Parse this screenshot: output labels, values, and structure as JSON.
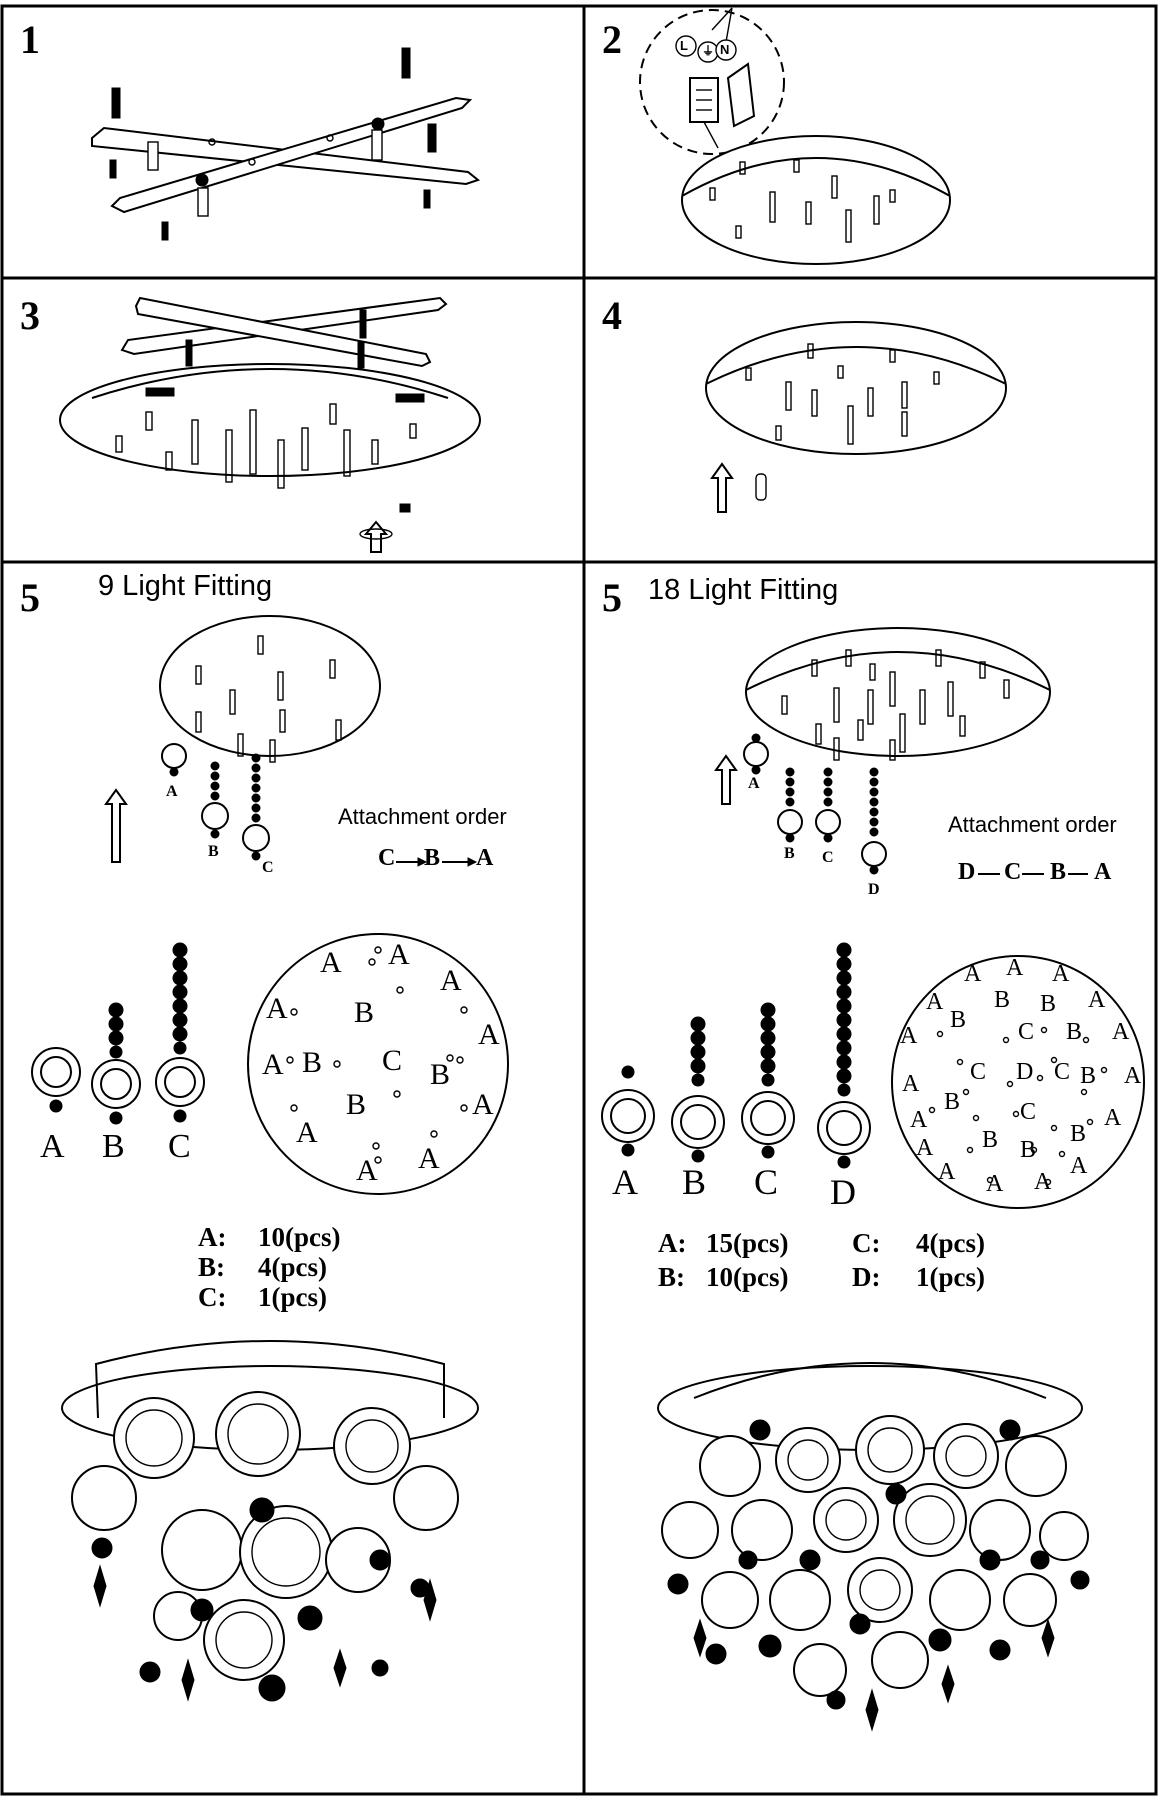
{
  "steps": {
    "s1": "1",
    "s2": "2",
    "s3": "3",
    "s4": "4",
    "s5a": "5",
    "s5b": "5"
  },
  "wiring_labels": {
    "live": "L",
    "earth": "⏚",
    "neutral": "N"
  },
  "panel_9": {
    "title": "9 Light Fitting",
    "attachment_label": "Attachment order",
    "order": {
      "c": "C",
      "b": "B",
      "a": "A"
    },
    "ring_labels": {
      "a": "A",
      "b": "B",
      "c": "C"
    },
    "quantities": [
      {
        "key": "A:",
        "value": "10(pcs)"
      },
      {
        "key": "B:",
        "value": "4(pcs)"
      },
      {
        "key": "C:",
        "value": "1(pcs)"
      }
    ]
  },
  "panel_18": {
    "title": "18 Light Fitting",
    "attachment_label": "Attachment order",
    "order": {
      "d": "D",
      "c": "C",
      "b": "B",
      "a": "A"
    },
    "ring_labels": {
      "a": "A",
      "b": "B",
      "c": "C",
      "d": "D"
    },
    "quantities": [
      {
        "key": "A:",
        "value": "15(pcs)"
      },
      {
        "key": "B:",
        "value": "10(pcs)"
      },
      {
        "key": "C:",
        "value": "4(pcs)"
      },
      {
        "key": "D:",
        "value": "1(pcs)"
      }
    ]
  },
  "layout_map_9": [
    "A",
    "A",
    "A",
    "B",
    "A",
    "A",
    "B",
    "C",
    "B",
    "A",
    "B",
    "A",
    "A",
    "A",
    "A"
  ],
  "layout_map_18": [
    "A",
    "A",
    "A",
    "A",
    "B",
    "B",
    "A",
    "A",
    "B",
    "C",
    "B",
    "A",
    "A",
    "C",
    "D",
    "C",
    "B",
    "A",
    "A",
    "B",
    "C",
    "A",
    "A",
    "B",
    "B",
    "B",
    "A",
    "A",
    "A",
    "A"
  ]
}
